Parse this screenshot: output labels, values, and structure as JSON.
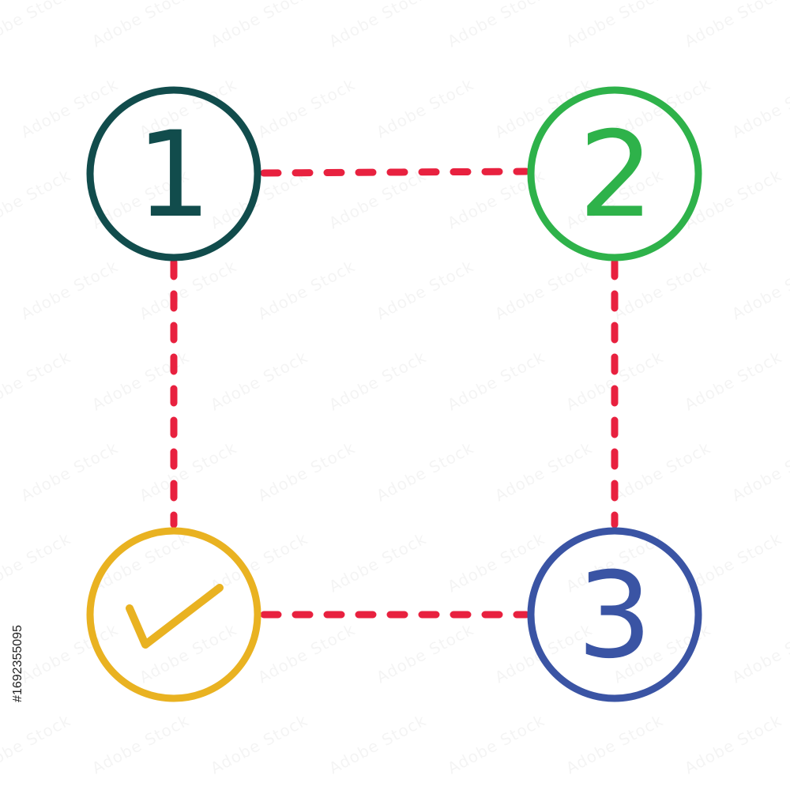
{
  "colors": {
    "connector": "#e8213f",
    "step_1": "#114c4c",
    "step_2": "#2eb24a",
    "step_3": "#3a54a4",
    "done": "#e9b221",
    "watermark": "rgba(0,0,0,0.045)",
    "background": "#ffffff"
  },
  "steps": [
    {
      "label": "1",
      "color_key": "step_1"
    },
    {
      "label": "2",
      "color_key": "step_2"
    },
    {
      "label": "3",
      "color_key": "step_3"
    },
    {
      "label": "",
      "icon": "checkmark-icon",
      "color_key": "done"
    }
  ],
  "connectors": [
    {
      "from": "1",
      "to": "2",
      "style": "dashed"
    },
    {
      "from": "2",
      "to": "3",
      "style": "dashed"
    },
    {
      "from": "3",
      "to": "done",
      "style": "dashed"
    },
    {
      "from": "done",
      "to": "1",
      "style": "dashed"
    }
  ],
  "watermark": {
    "text": "Adobe Stock"
  },
  "stock_id": "#1692355095"
}
